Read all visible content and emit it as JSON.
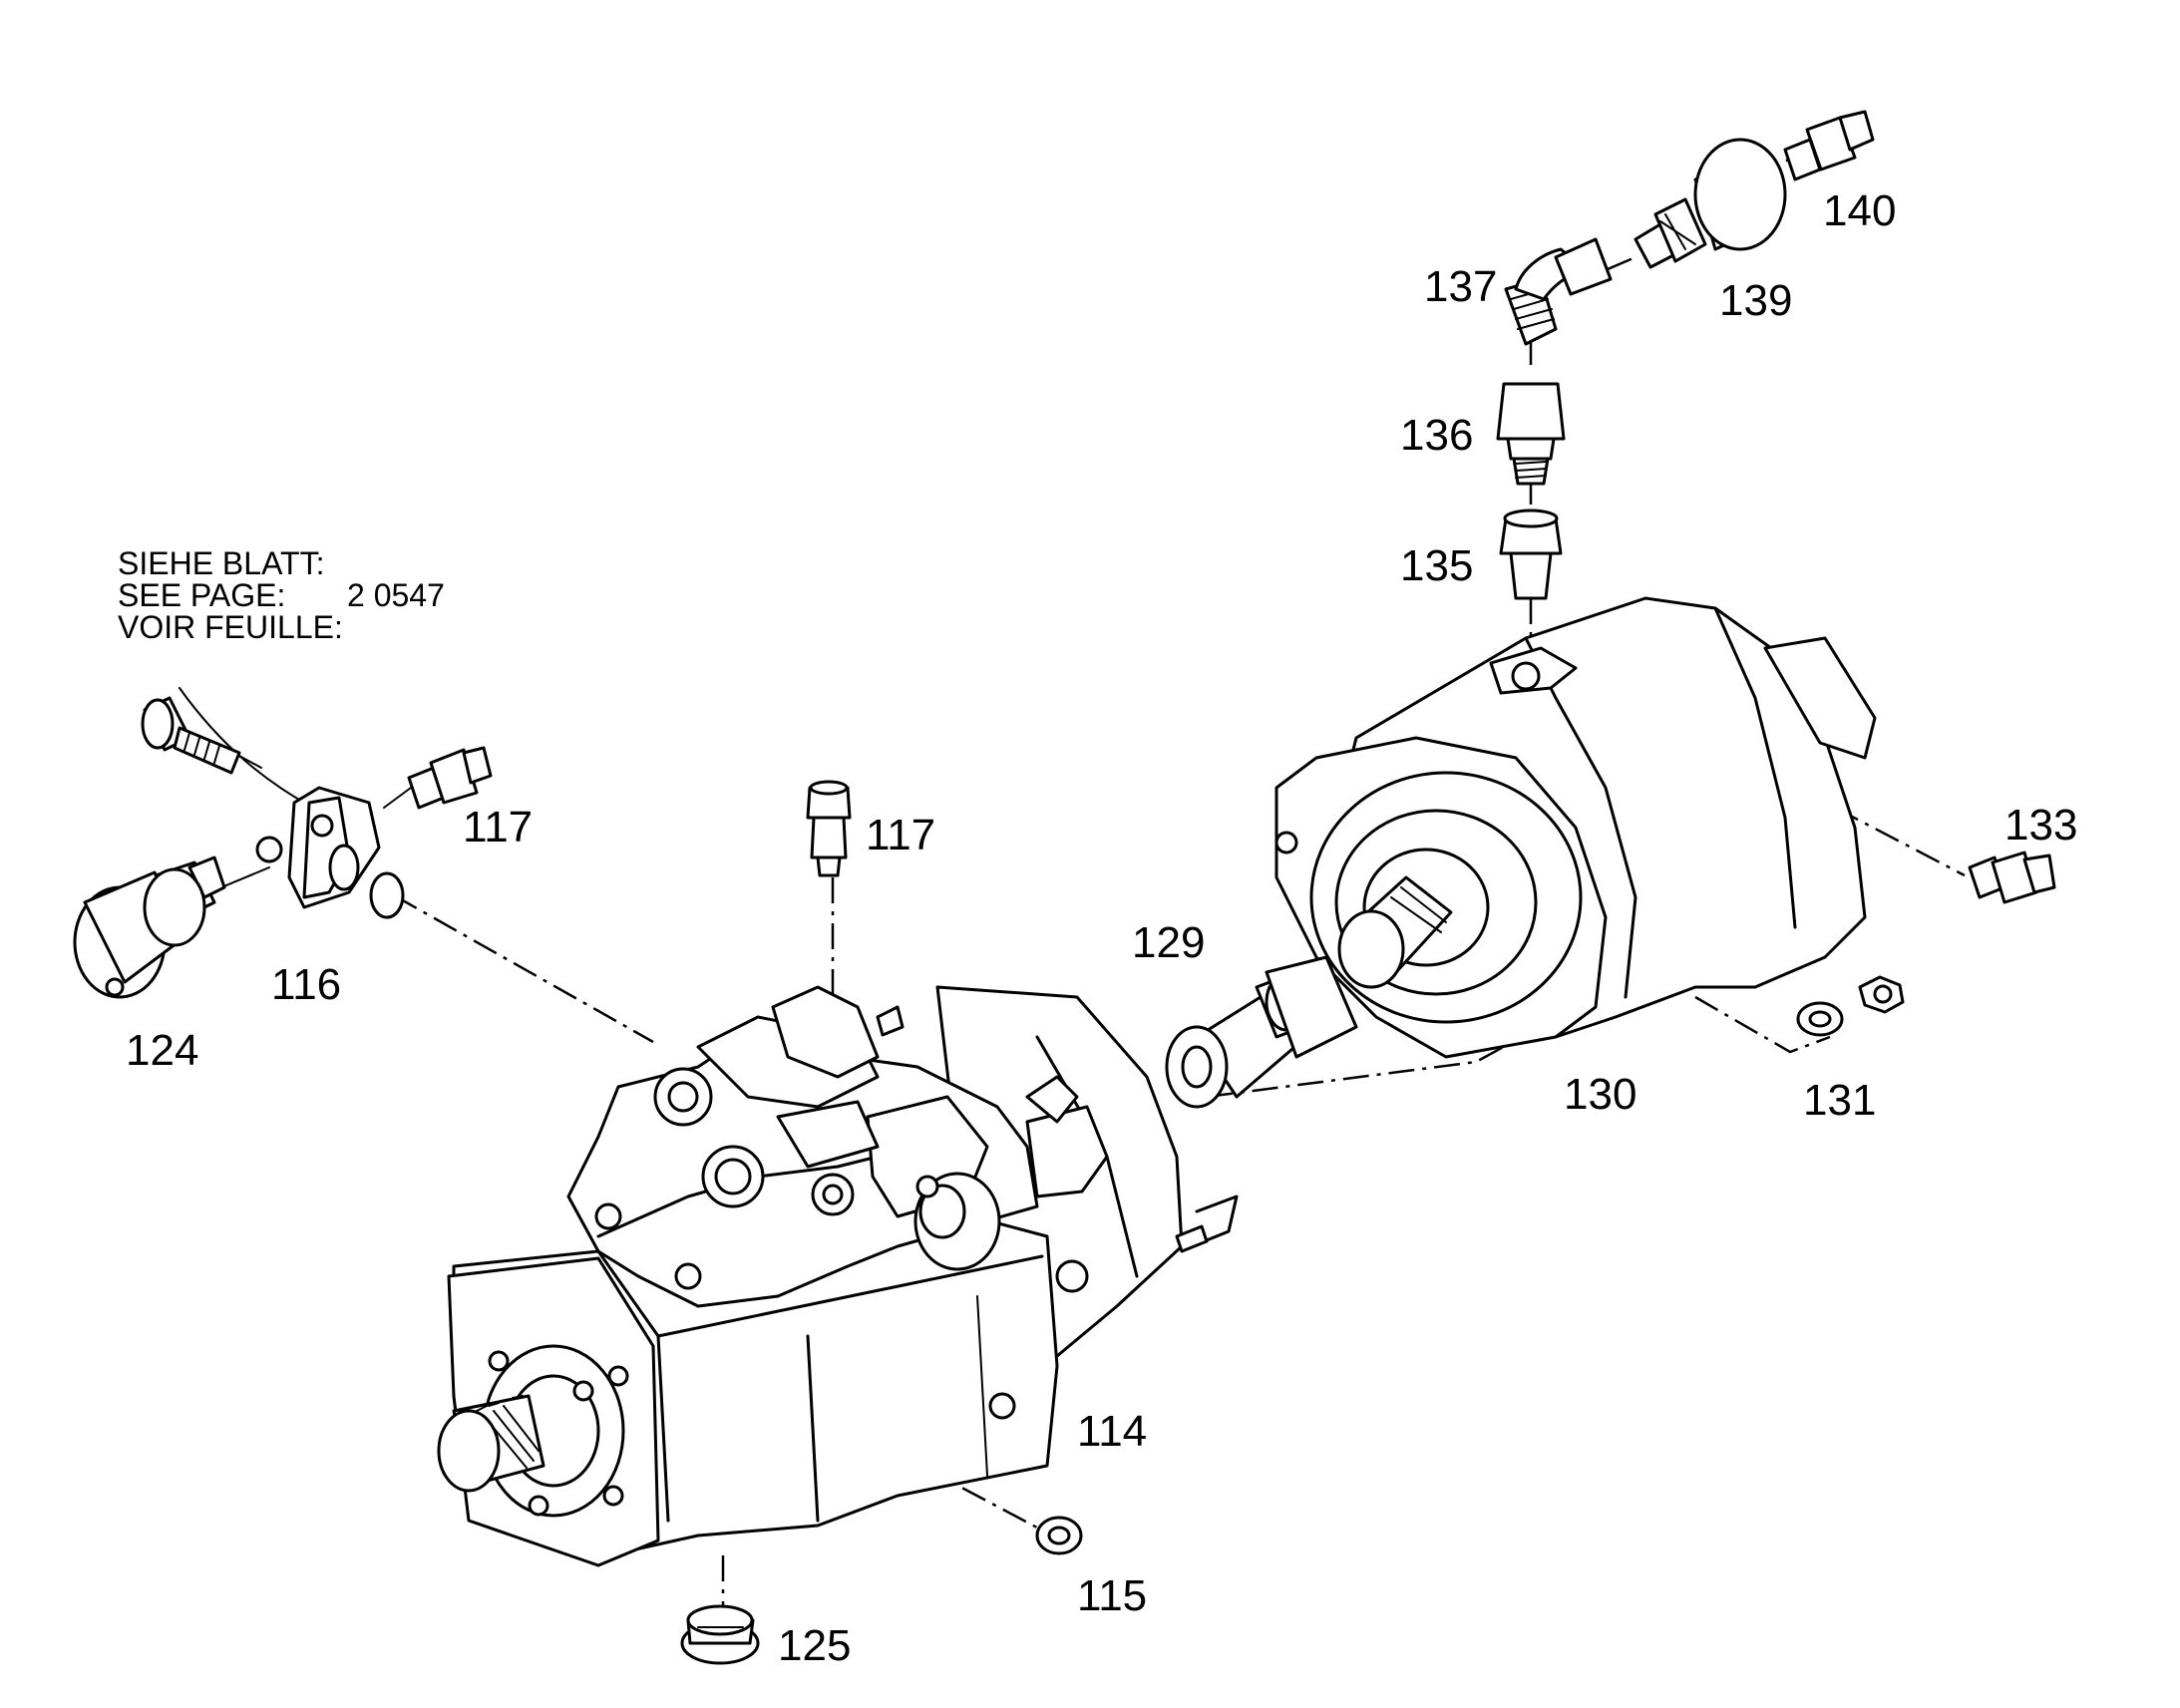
{
  "reference_note": {
    "line1": "SIEHE BLATT:",
    "line2": "SEE PAGE:",
    "page_number": "2 0547",
    "line3": "VOIR FEUILLE:"
  },
  "part_labels": [
    {
      "id": "p140",
      "text": "140"
    },
    {
      "id": "p139",
      "text": "139"
    },
    {
      "id": "p137",
      "text": "137"
    },
    {
      "id": "p136",
      "text": "136"
    },
    {
      "id": "p135",
      "text": "135"
    },
    {
      "id": "p133",
      "text": "133"
    },
    {
      "id": "p129",
      "text": "129"
    },
    {
      "id": "p130",
      "text": "130"
    },
    {
      "id": "p131",
      "text": "131"
    },
    {
      "id": "p117a",
      "text": "117"
    },
    {
      "id": "p117b",
      "text": "117"
    },
    {
      "id": "p116",
      "text": "116"
    },
    {
      "id": "p124",
      "text": "124"
    },
    {
      "id": "p114",
      "text": "114"
    },
    {
      "id": "p115",
      "text": "115"
    },
    {
      "id": "p125",
      "text": "125"
    }
  ],
  "colors": {
    "line": "#000000",
    "background": "#ffffff"
  }
}
